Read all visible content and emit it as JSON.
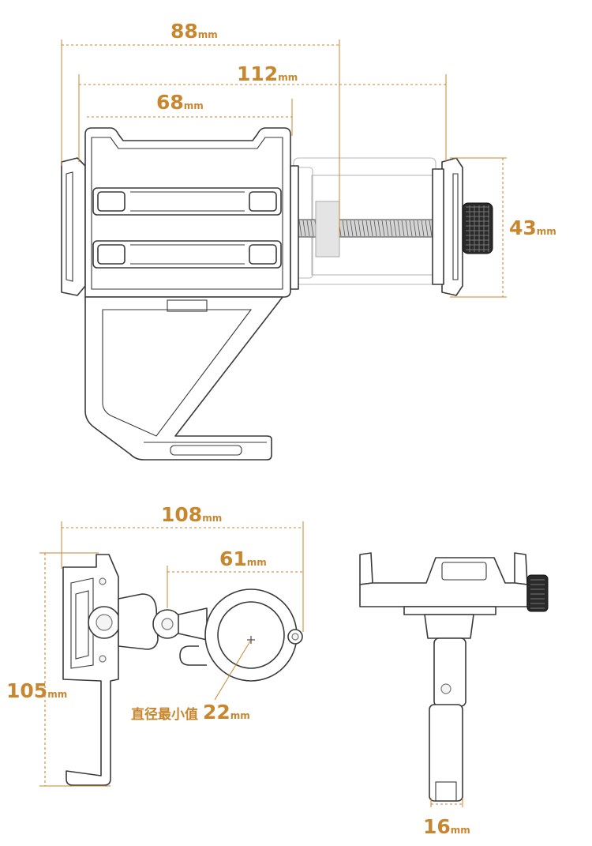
{
  "colors": {
    "accent": "#c8862e",
    "line": "#3a3a3a",
    "ghost": "#b8b8b8"
  },
  "dimensions": {
    "d88": {
      "value": "88",
      "unit": "mm"
    },
    "d112": {
      "value": "112",
      "unit": "mm"
    },
    "d68": {
      "value": "68",
      "unit": "mm"
    },
    "d43": {
      "value": "43",
      "unit": "mm"
    },
    "d108": {
      "value": "108",
      "unit": "mm"
    },
    "d61": {
      "value": "61",
      "unit": "mm"
    },
    "d105": {
      "value": "105",
      "unit": "mm"
    },
    "d22": {
      "label": "直径最小值",
      "value": "22",
      "unit": "mm"
    },
    "d16": {
      "value": "16",
      "unit": "mm"
    }
  }
}
